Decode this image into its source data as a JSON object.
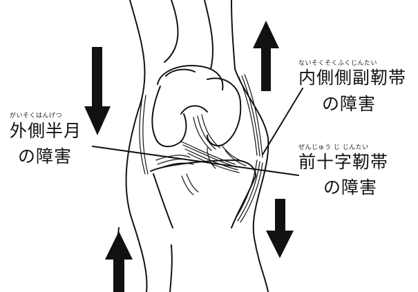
{
  "colors": {
    "ink": "#111111",
    "paper": "#ffffff"
  },
  "labels": {
    "mcl": {
      "ruby": "ないそくそくふくじんたい",
      "line1": "内側側副靭帯",
      "line2": "の障害"
    },
    "lateral_meniscus": {
      "ruby": "がいそくはんげつ",
      "line1": "外側半月",
      "line2": "の障害"
    },
    "acl": {
      "ruby": "ぜんじゅう じ じんたい",
      "line1": "前十字靭帯",
      "line2": "の障害"
    }
  },
  "arrows": [
    {
      "name": "upper-left-arrow",
      "direction": "down"
    },
    {
      "name": "upper-right-arrow",
      "direction": "up"
    },
    {
      "name": "lower-left-arrow",
      "direction": "up"
    },
    {
      "name": "lower-right-arrow",
      "direction": "down"
    }
  ]
}
